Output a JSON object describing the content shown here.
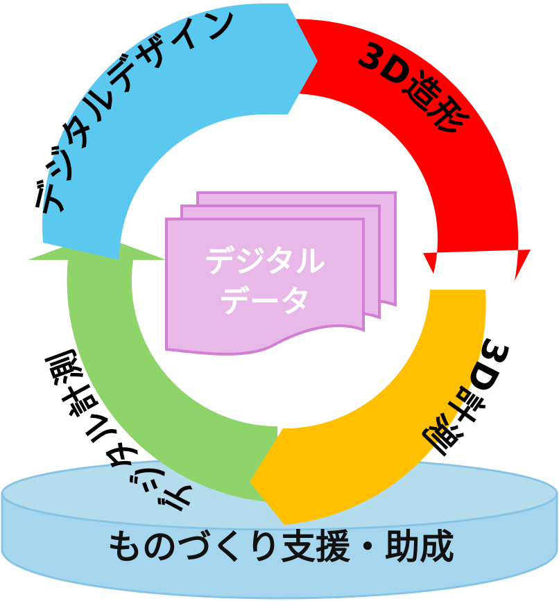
{
  "diagram": {
    "center": {
      "line1": "デジタル",
      "line2": "データ",
      "fill": "#E8B8E8",
      "stroke": "#D27ED2"
    },
    "segments": [
      {
        "id": "digital-design",
        "label": "デジタルデザイン",
        "color": "#5BC8F0"
      },
      {
        "id": "3d-printing",
        "label": "3D造形",
        "color": "#FF0000"
      },
      {
        "id": "3d-measurement",
        "label": "3D計測",
        "color": "#FFC000"
      },
      {
        "id": "digital-measurement",
        "label": "デジタル計測",
        "color": "#8ED46A"
      }
    ],
    "base": {
      "label": "ものづくり支援・助成",
      "top_color": "#B4DCEC",
      "side_color": "#A6D6EE",
      "stroke": "#86C4E6"
    }
  }
}
